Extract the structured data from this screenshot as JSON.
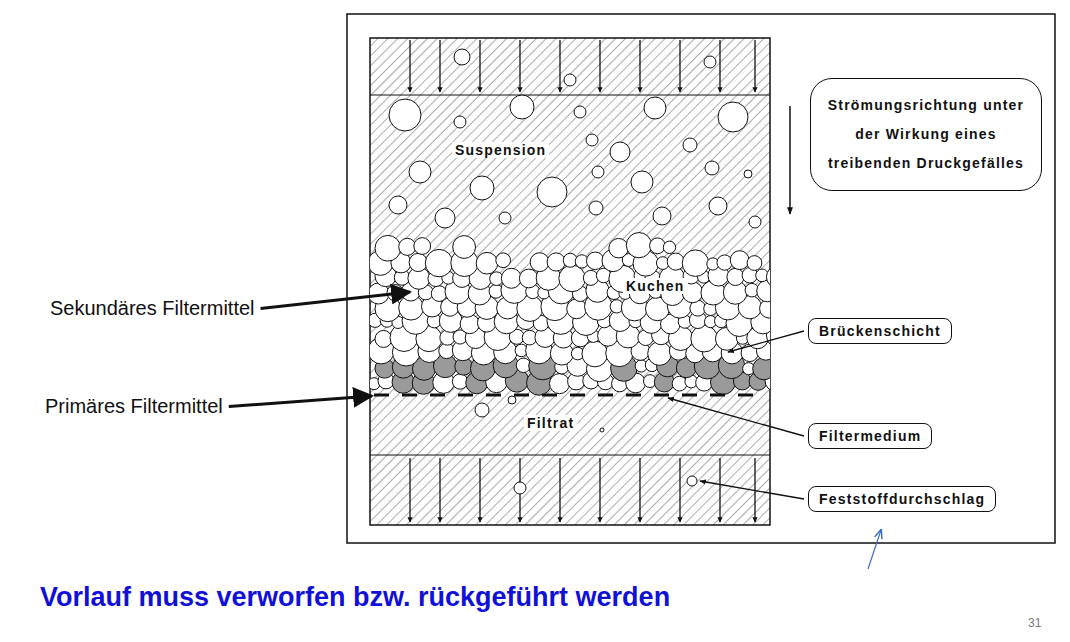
{
  "diagram": {
    "nodes": [
      {
        "text": [
          "Strömungsrichtung unter der Wirkung eines treibenden Druckgefälles"
        ]
      },
      {
        "text": [
          "Brückenschicht"
        ]
      },
      {
        "text": [
          "Filtermedium"
        ]
      },
      {
        "text": [
          "Feststoffdurchschlag"
        ]
      }
    ],
    "labels": [
      "Suspension",
      "Kuchen",
      "Filtrat",
      "Sekundäres Filtermittel",
      "Primäres Filtermittel",
      "Vorlauf muss verworfen bzw. rückgeführt werden",
      "31"
    ]
  }
}
